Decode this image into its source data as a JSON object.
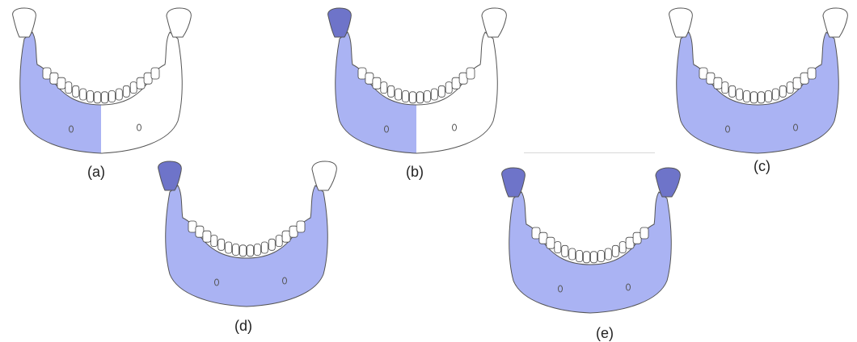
{
  "colors": {
    "shaded": "#aab3f3",
    "shaded_stroke": "#7d86cf",
    "condyle_dark": "#6e74c9",
    "bone": "#ffffff",
    "outline": "#555555",
    "tooth_stroke": "#444444"
  },
  "panels": [
    {
      "id": "a",
      "caption": "(a)",
      "shading": "left-half",
      "left_condyle": "white",
      "right_condyle": "white"
    },
    {
      "id": "b",
      "caption": "(b)",
      "shading": "left-half",
      "left_condyle": "dark",
      "right_condyle": "white"
    },
    {
      "id": "c",
      "caption": "(c)",
      "shading": "full",
      "left_condyle": "white",
      "right_condyle": "white"
    },
    {
      "id": "d",
      "caption": "(d)",
      "shading": "full",
      "left_condyle": "dark",
      "right_condyle": "white"
    },
    {
      "id": "e",
      "caption": "(e)",
      "shading": "full",
      "left_condyle": "dark",
      "right_condyle": "dark"
    }
  ]
}
